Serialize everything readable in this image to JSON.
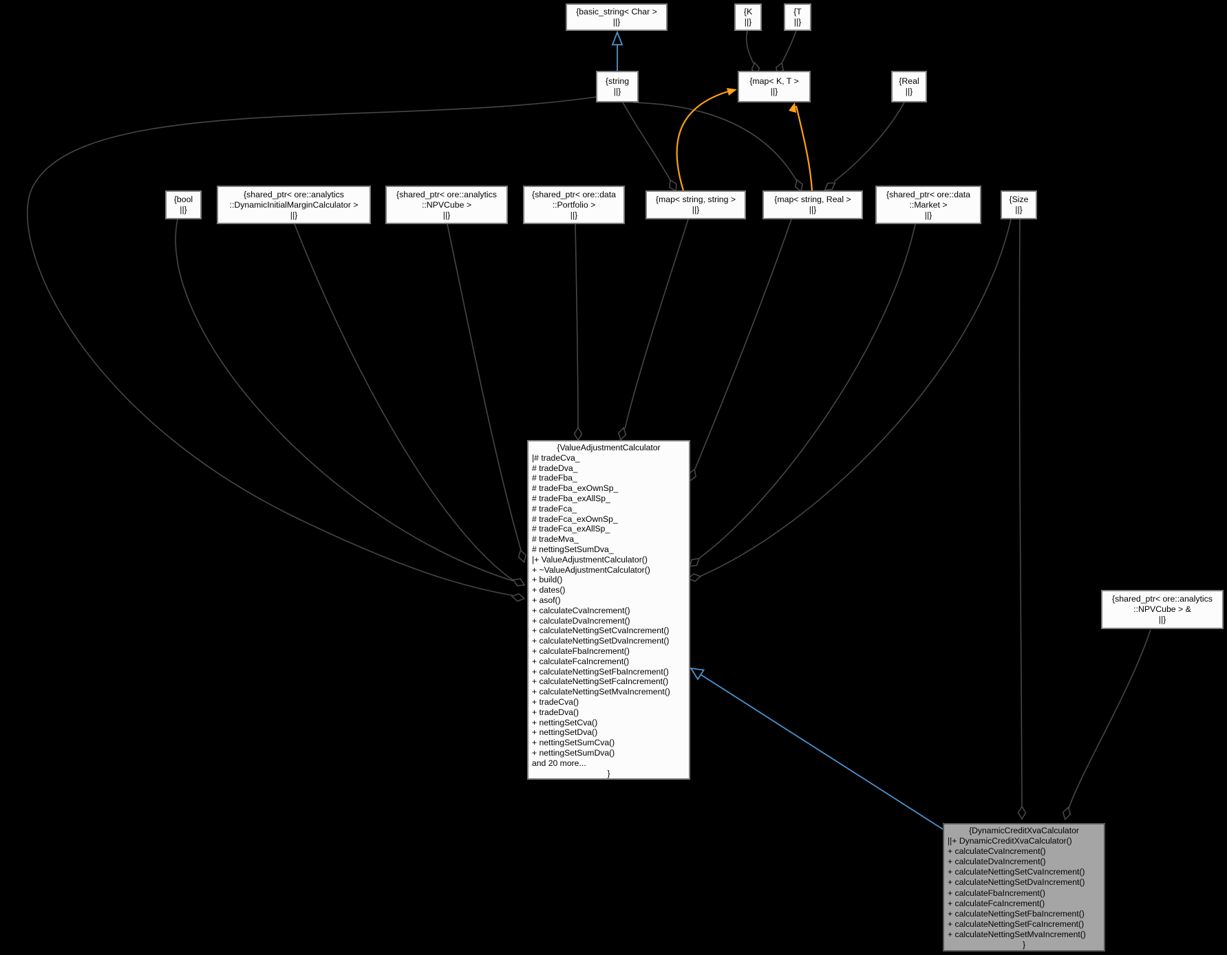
{
  "colors": {
    "background": "#000000",
    "node_fill": "#fcfcfc",
    "node_border": "#7f7f7f",
    "selected_node_fill": "#a5a5a5",
    "aggregation_edge": "#474747",
    "template_instance_edge": "#ffa216",
    "inheritance_edge": "#4d94d0"
  },
  "nodes": {
    "basic_string": {
      "lines": [
        "{basic_string< Char >",
        "||}"
      ]
    },
    "k": {
      "lines": [
        "{K",
        "||}"
      ]
    },
    "t": {
      "lines": [
        "{T",
        "||}"
      ]
    },
    "string": {
      "lines": [
        "{string",
        "||}"
      ]
    },
    "map_k_t": {
      "lines": [
        "{map< K, T >",
        "||}"
      ]
    },
    "real": {
      "lines": [
        "{Real",
        "||}"
      ]
    },
    "bool": {
      "lines": [
        "{bool",
        "||}"
      ]
    },
    "dim_calculator": {
      "lines": [
        "{shared_ptr< ore::analytics",
        "::DynamicInitialMarginCalculator >",
        "||}"
      ]
    },
    "npv_cube": {
      "lines": [
        "{shared_ptr< ore::analytics",
        "::NPVCube >",
        "||}"
      ]
    },
    "portfolio": {
      "lines": [
        "{shared_ptr< ore::data",
        "::Portfolio >",
        "||}"
      ]
    },
    "map_string_string": {
      "lines": [
        "{map< string, string >",
        "||}"
      ]
    },
    "map_string_real": {
      "lines": [
        "{map< string, Real >",
        "||}"
      ]
    },
    "market": {
      "lines": [
        "{shared_ptr< ore::data",
        "::Market >",
        "||}"
      ]
    },
    "size": {
      "lines": [
        "{Size",
        "||}"
      ]
    },
    "npv_cube_ref": {
      "lines": [
        "{shared_ptr< ore::analytics",
        "::NPVCube > &",
        "||}"
      ]
    },
    "value_adjustment_calculator": {
      "lines": [
        "{ValueAdjustmentCalculator",
        "|# tradeCva_",
        "# tradeDva_",
        "# tradeFba_",
        "# tradeFba_exOwnSp_",
        "# tradeFba_exAllSp_",
        "# tradeFca_",
        "# tradeFca_exOwnSp_",
        "# tradeFca_exAllSp_",
        "# tradeMva_",
        "# nettingSetSumDva_",
        "|+ ValueAdjustmentCalculator()",
        "+ ~ValueAdjustmentCalculator()",
        "+ build()",
        "+ dates()",
        "+ asof()",
        "+ calculateCvaIncrement()",
        "+ calculateDvaIncrement()",
        "+ calculateNettingSetCvaIncrement()",
        "+ calculateNettingSetDvaIncrement()",
        "+ calculateFbaIncrement()",
        "+ calculateFcaIncrement()",
        "+ calculateNettingSetFbaIncrement()",
        "+ calculateNettingSetFcaIncrement()",
        "+ calculateNettingSetMvaIncrement()",
        "+ tradeCva()",
        "+ tradeDva()",
        "+ nettingSetCva()",
        "+ nettingSetDva()",
        "+ nettingSetSumCva()",
        "+ nettingSetSumDva()",
        "and 20 more...",
        "}"
      ]
    },
    "dynamic_credit_xva_calculator": {
      "lines": [
        "{DynamicCreditXvaCalculator",
        "||+ DynamicCreditXvaCalculator()",
        "+ calculateCvaIncrement()",
        "+ calculateDvaIncrement()",
        "+ calculateNettingSetCvaIncrement()",
        "+ calculateNettingSetDvaIncrement()",
        "+ calculateFbaIncrement()",
        "+ calculateFcaIncrement()",
        "+ calculateNettingSetFbaIncrement()",
        "+ calculateNettingSetFcaIncrement()",
        "+ calculateNettingSetMvaIncrement()",
        "}"
      ]
    }
  }
}
